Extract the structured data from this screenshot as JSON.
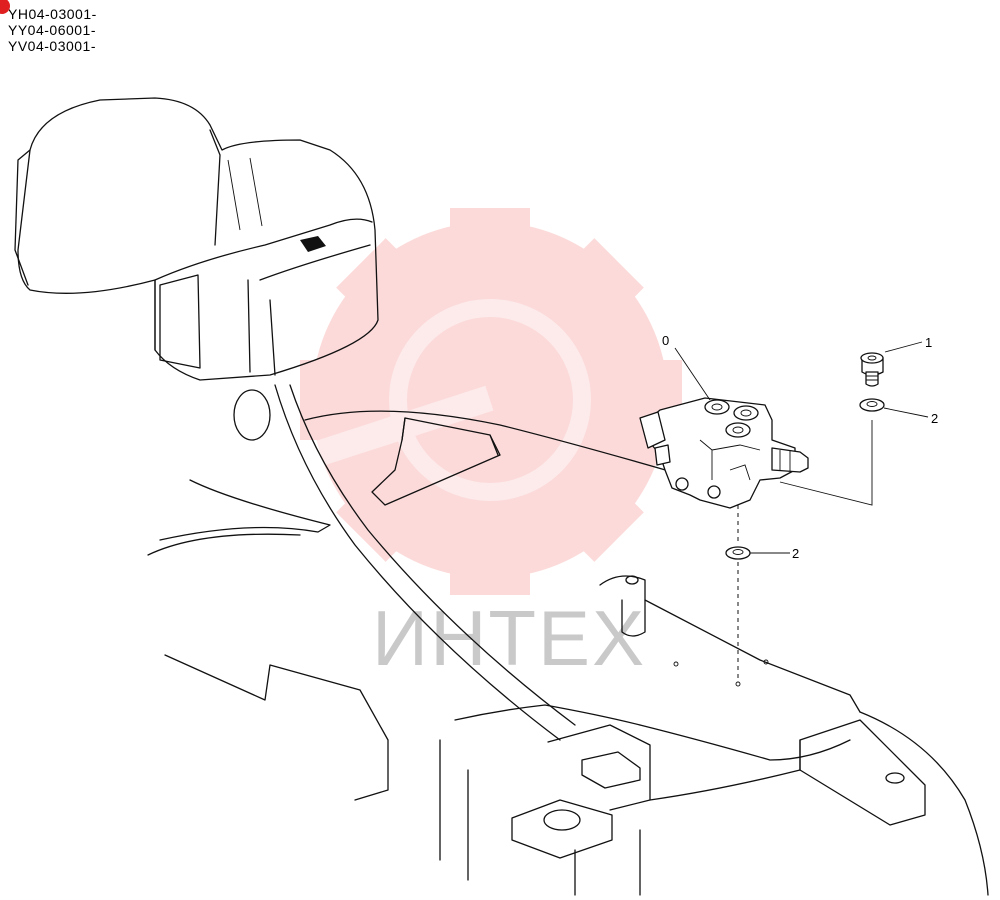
{
  "serials": [
    "YH04-03001-",
    "YY04-06001-",
    "YV04-03001-"
  ],
  "callouts": {
    "valve": "0",
    "bolt": "1",
    "washer_upper": "2",
    "washer_lower": "2"
  },
  "watermark": {
    "text": "ИНТЕХ",
    "color": "#ee2a2a"
  }
}
